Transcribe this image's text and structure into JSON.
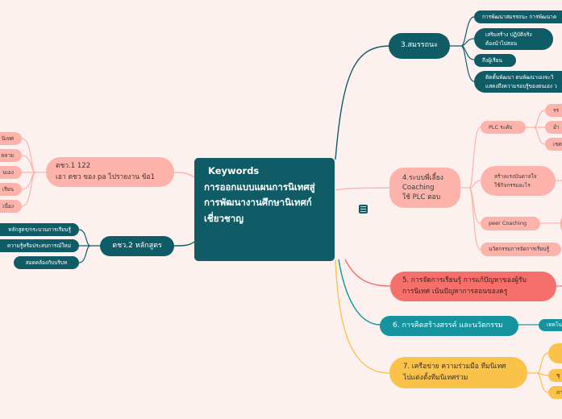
{
  "colors": {
    "background": "#fdf1f0",
    "teal": "#0f5c66",
    "pink": "#fdb2aa",
    "red": "#f5706a",
    "cyan": "#15939e",
    "yellow": "#fbc24a"
  },
  "root": {
    "keyword": "Keywords",
    "title": "การออกแบบแผนการนิเทศสู่\nการพัฒนางานศึกษานิเทศก์\nเชี่ยวชาญ",
    "note_icon": "note-lines-icon"
  },
  "branches": {
    "b1": {
      "label": "ตชว.1 122\nเอา ตชว ของ pa ไปรายงาน ข้อ1",
      "children": [
        "นิเทศ",
        "หลาย",
        "นเอง",
        "เรียน",
        "เนื่อง"
      ]
    },
    "b2": {
      "label": "ตชว.2 หลักสูตร",
      "children": [
        "หลักสูตร/กระบวนการเรียนรู้",
        "ความรู้หรือประสบการณ์ใหม่",
        "สอดคล้องกับบริบท"
      ]
    },
    "b3": {
      "label": "3.สมรรถนะ",
      "children": [
        "การพัฒนาสมรรถนะ การพัฒนาค",
        "เสริมสร้าง ปฏิบัติจริง\nต้องนำไปสอน",
        "ถึงผู้เรียน",
        "ติดตั้นพัฒนา ตนพัฒนาเองจะวิ\nแสดงถึงความรอบรู้ของตนเอง ว"
      ]
    },
    "b4": {
      "label": "4.ระบบพี่เลี้ยง\nCoaching\nใช้ PLC ตอบ",
      "children": [
        {
          "label": "PLC ระดับ",
          "children": [
            "รร",
            "อำ",
            "เขต"
          ]
        },
        {
          "label": "สร้างแรงบันดาลใจ\nใช้กิจกรรมอะไร",
          "children": []
        },
        {
          "label": "peer Coaching",
          "children": [
            ""
          ]
        },
        {
          "label": "นวัตกรรมการจัดการเรียนรู้",
          "children": []
        }
      ]
    },
    "b5": {
      "label": "5. การจัดการเรียนรู้ การแก้ปัญหาของผู้รับ\nการนิเทศ   เน้นปัญหาการสอนของครู"
    },
    "b6": {
      "label": "6. การคิดสร้างสรรค์ และนวัตกรรม",
      "children": [
        "เทคโน"
      ]
    },
    "b7": {
      "label": "7. เครือข่าย ความร่วมมือ ทีมนิเทศ\nไปแต่งตั้งทีมนิเทศร่วม",
      "children": [
        "",
        "ชุ",
        "ภา"
      ]
    }
  }
}
